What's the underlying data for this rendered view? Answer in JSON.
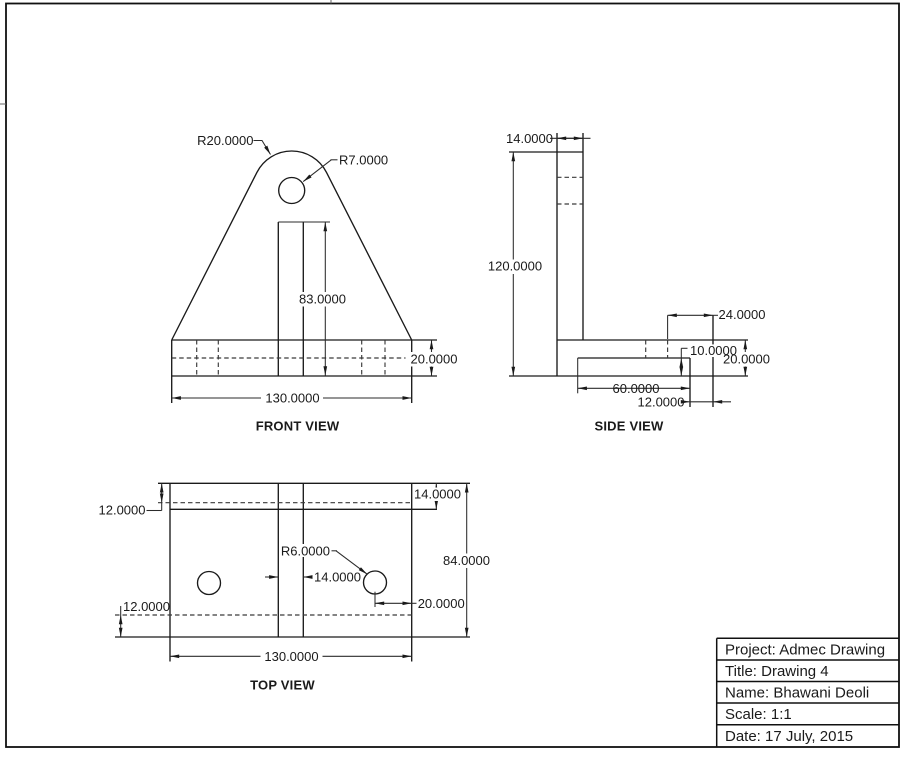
{
  "drawing": {
    "front": {
      "label": "FRONT VIEW",
      "radius_outer": "R20.0000",
      "radius_hole": "R7.0000",
      "slot_height": "83.0000",
      "base_thickness": "20.0000",
      "width": "130.0000"
    },
    "side": {
      "label": "SIDE VIEW",
      "column_width": "14.0000",
      "height": "120.0000",
      "hole_offset": "24.0000",
      "step_height": "10.0000",
      "base_thickness": "20.0000",
      "step_length": "60.0000",
      "step_offset": "12.0000"
    },
    "top": {
      "label": "TOP VIEW",
      "offset_top": "12.0000",
      "plate_thickness": "14.0000",
      "depth": "84.0000",
      "radius_hole": "R6.0000",
      "slot_width": "14.0000",
      "hole_edge_dist": "20.0000",
      "offset_bottom": "12.0000",
      "width": "130.0000"
    }
  },
  "title_block": {
    "rows": [
      {
        "label": "Project: Admec Drawing"
      },
      {
        "label": "Title: Drawing 4"
      },
      {
        "label": "Name: Bhawani Deoli"
      },
      {
        "label": "Scale: 1:1"
      },
      {
        "label": "Date: 17 July, 2015"
      }
    ]
  }
}
